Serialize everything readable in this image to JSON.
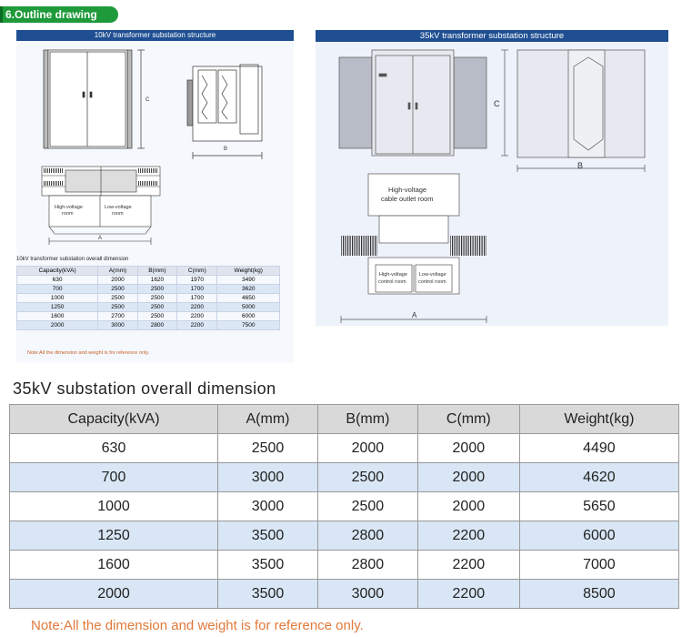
{
  "section": {
    "label": "6.Outline drawing"
  },
  "panel_10kv": {
    "title": "10kV transformer substation structure",
    "dim_c": "C",
    "dim_b": "B",
    "dim_a": "A",
    "hv_room": [
      "High-voltage",
      "room"
    ],
    "lv_room": [
      "Low-voltage",
      "room"
    ],
    "table_caption": "10kV transformer substation overall dimension",
    "headers": [
      "Capacity(kVA)",
      "A(mm)",
      "B(mm)",
      "C(mm)",
      "Weight(kg)"
    ],
    "rows": [
      [
        "630",
        "2000",
        "1620",
        "1970",
        "3490"
      ],
      [
        "700",
        "2500",
        "2500",
        "1700",
        "3620"
      ],
      [
        "1000",
        "2500",
        "2500",
        "1700",
        "4650"
      ],
      [
        "1250",
        "2500",
        "2500",
        "2200",
        "5000"
      ],
      [
        "1600",
        "2700",
        "2500",
        "2200",
        "6000"
      ],
      [
        "2000",
        "3000",
        "2800",
        "2200",
        "7500"
      ]
    ],
    "note": "Note:All the dimension and weight is for reference only."
  },
  "panel_35kv": {
    "title": "35kV transformer substation structure",
    "dim_c": "C",
    "dim_b": "B",
    "dim_a": "A",
    "cable_room": [
      "High-voltage",
      "cable outlet room"
    ],
    "hv_control": [
      "High-voltage",
      "control room"
    ],
    "lv_control": [
      "Low-voltage",
      "control room"
    ]
  },
  "table_35kv": {
    "title": "35kV substation overall dimension",
    "headers": [
      "Capacity(kVA)",
      "A(mm)",
      "B(mm)",
      "C(mm)",
      "Weight(kg)"
    ],
    "rows": [
      [
        "630",
        "2500",
        "2000",
        "2000",
        "4490"
      ],
      [
        "700",
        "3000",
        "2500",
        "2000",
        "4620"
      ],
      [
        "1000",
        "3000",
        "2500",
        "2000",
        "5650"
      ],
      [
        "1250",
        "3500",
        "2800",
        "2200",
        "6000"
      ],
      [
        "1600",
        "3500",
        "2800",
        "2200",
        "7000"
      ],
      [
        "2000",
        "3500",
        "3000",
        "2200",
        "8500"
      ]
    ],
    "note": "Note:All the dimension and weight is for reference only."
  }
}
